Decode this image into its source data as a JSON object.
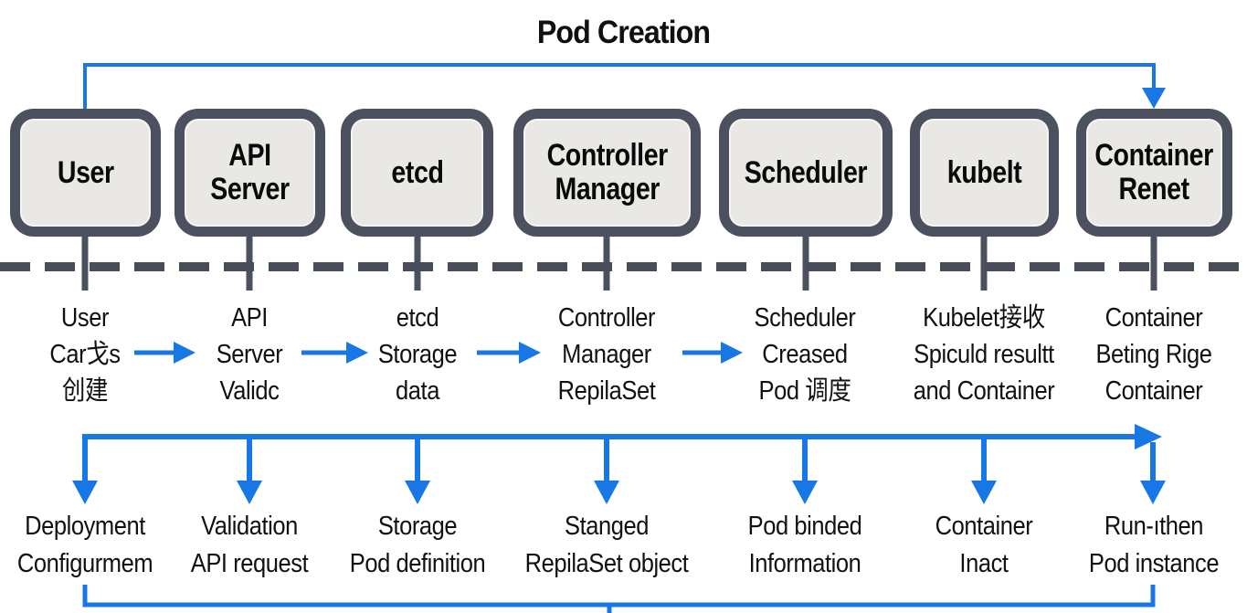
{
  "title": "Pod Creation",
  "colors": {
    "blue": "#1778e5",
    "dark": "#4b515e",
    "box_fill": "#e9e8e5",
    "text": "#111111"
  },
  "boxes": [
    {
      "label": "User"
    },
    {
      "label": "API\nServer"
    },
    {
      "label": "etcd"
    },
    {
      "label": "Controller\nManager"
    },
    {
      "label": "Scheduler"
    },
    {
      "label": "kubelt"
    },
    {
      "label": "Container\nRenet"
    }
  ],
  "middle_row": [
    {
      "lines": "User\nCar戈s\n创建"
    },
    {
      "lines": "API\nServer\nValidc"
    },
    {
      "lines": "etcd\nStorage\ndata"
    },
    {
      "lines": "Controller\nManager\nRepilaSet"
    },
    {
      "lines": "Scheduler\nCreased\nPod 调度"
    },
    {
      "lines": "Kubelet接收\nSpiculd resultt\nand Container"
    },
    {
      "lines": "Container\nBeting Rige\nContainer"
    }
  ],
  "bottom_row": [
    {
      "lines": "Deployment\nConfigurmem"
    },
    {
      "lines": "Validation\nAPI request"
    },
    {
      "lines": "Storage\nPod definition"
    },
    {
      "lines": "Stanged\nRepilaSet object"
    },
    {
      "lines": "Pod binded\nInformation"
    },
    {
      "lines": "Container\nInact"
    },
    {
      "lines": "Run-ıthen\nPod instance"
    }
  ]
}
